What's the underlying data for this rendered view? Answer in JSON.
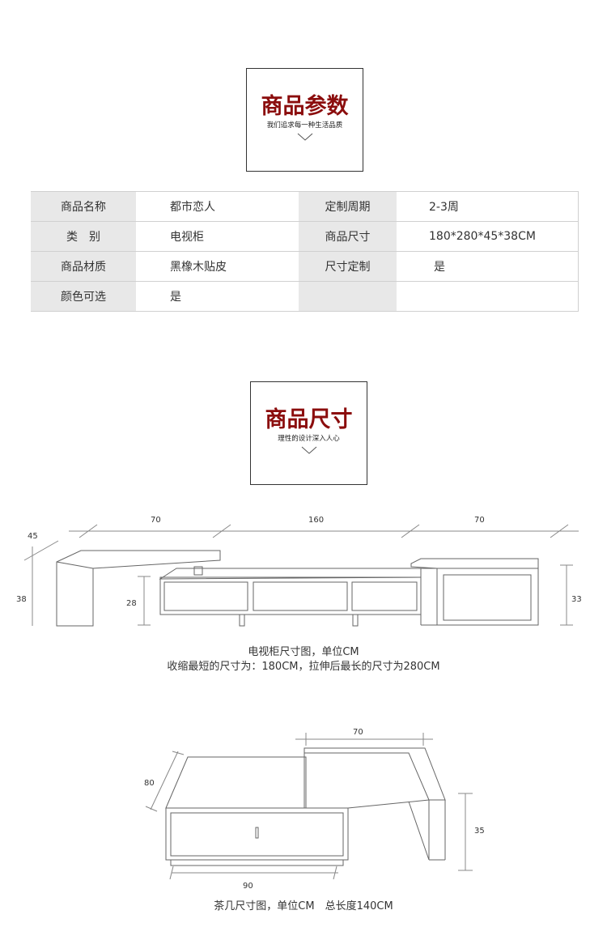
{
  "section1": {
    "title": "商品参数",
    "subtitle": "我们追求每一种生活品质"
  },
  "params": [
    [
      {
        "k": "商品名称",
        "v": "都市恋人"
      },
      {
        "k": "定制周期",
        "v": "2-3周"
      }
    ],
    [
      {
        "k": "类　别",
        "v": "电视柜"
      },
      {
        "k": "商品尺寸",
        "v": "180*280*45*38CM"
      }
    ],
    [
      {
        "k": "商品材质",
        "v": "黑橡木贴皮"
      },
      {
        "k": "尺寸定制",
        "v": "是"
      }
    ],
    [
      {
        "k": "颜色可选",
        "v": "是"
      },
      {
        "k": "",
        "v": ""
      }
    ]
  ],
  "section2": {
    "title": "商品尺寸",
    "subtitle": "理性的设计深入人心"
  },
  "tv_cabinet": {
    "dims": {
      "d45": "45",
      "w70a": "70",
      "w160": "160",
      "w70b": "70",
      "h38": "38",
      "h28": "28",
      "h33": "33"
    },
    "caption_line1": "电视柜尺寸图，单位CM",
    "caption_line2": "收缩最短的尺寸为：180CM，拉伸后最长的尺寸为280CM"
  },
  "tea_table": {
    "dims": {
      "w70": "70",
      "d80": "80",
      "h35": "35",
      "w90": "90"
    },
    "caption": "茶几尺寸图，单位CM　总长度140CM"
  }
}
